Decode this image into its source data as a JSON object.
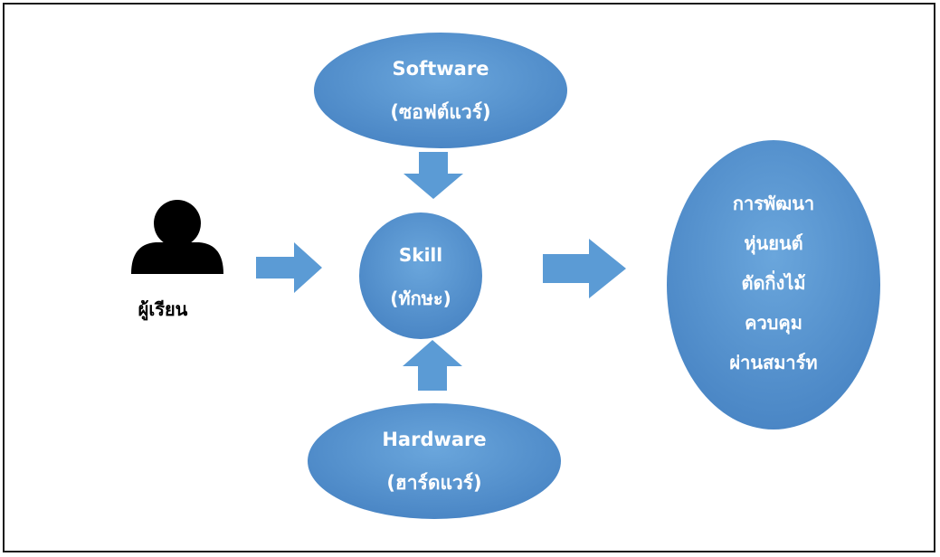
{
  "colors": {
    "ellipse_fill": "#5b9bd5",
    "ellipse_shade": "#4f89c4",
    "arrow_fill": "#5b9bd5",
    "text": "#ffffff",
    "person": "#000000"
  },
  "nodes": {
    "software": {
      "line1": "Software",
      "line2": "(ซอฟต์แวร์)"
    },
    "skill": {
      "line1": "Skill",
      "line2": "(ทักษะ)"
    },
    "hardware": {
      "line1": "Hardware",
      "line2": "(ฮาร์ดแวร์)"
    },
    "result": {
      "lines": [
        "การพัฒนา",
        "หุ่นยนต์",
        "ตัดกิ่งไม้",
        "ควบคุม",
        "ผ่านสมาร์ท"
      ]
    }
  },
  "learner": {
    "label": "ผู้เรียน",
    "icon": "person-icon"
  }
}
